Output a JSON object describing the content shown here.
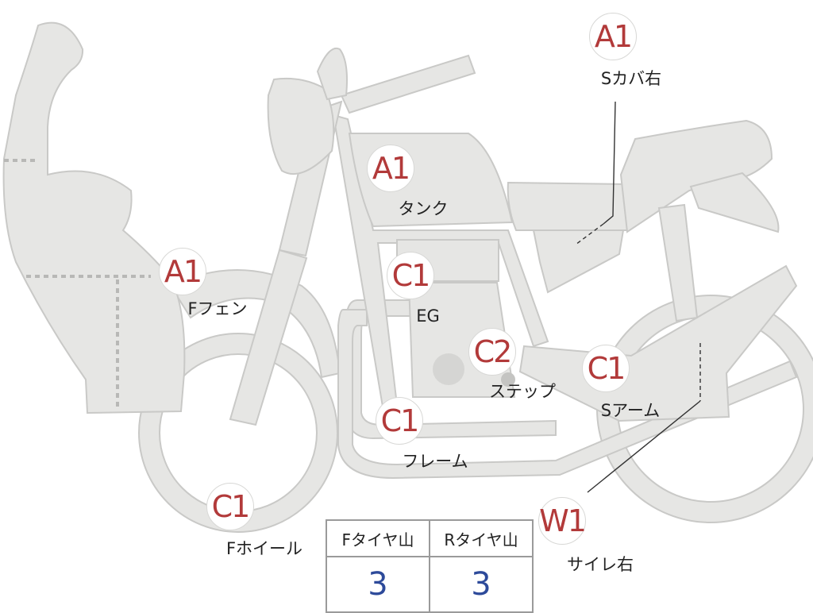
{
  "colors": {
    "part_fill": "#e6e6e4",
    "part_stroke": "#c9c9c7",
    "badge_text": "#b23a3a",
    "tread_value": "#2d4a9a"
  },
  "labels": [
    {
      "id": "s-cover-right",
      "code": "A1",
      "name": "Sカバ右"
    },
    {
      "id": "tank",
      "code": "A1",
      "name": "タンク"
    },
    {
      "id": "f-fender",
      "code": "A1",
      "name": "Fフェン"
    },
    {
      "id": "engine",
      "code": "C1",
      "name": "EG"
    },
    {
      "id": "step",
      "code": "C2",
      "name": "ステップ"
    },
    {
      "id": "s-arm",
      "code": "C1",
      "name": "Sアーム"
    },
    {
      "id": "frame",
      "code": "C1",
      "name": "フレーム"
    },
    {
      "id": "f-wheel",
      "code": "C1",
      "name": "Fホイール"
    },
    {
      "id": "side-cover-right",
      "code": "W1",
      "name": "サイレ右"
    }
  ],
  "tire_tread": {
    "headers": [
      "Fタイヤ山",
      "Rタイヤ山"
    ],
    "values": [
      "3",
      "3"
    ]
  }
}
